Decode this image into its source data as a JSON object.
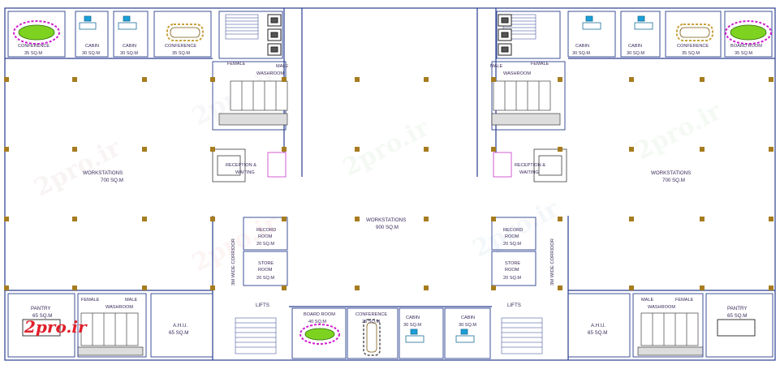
{
  "labels": {
    "conference_1": [
      "CONFERENCE",
      "35 SQ.M"
    ],
    "cabin_1": [
      "CABIN",
      "30 SQ.M"
    ],
    "cabin_2": [
      "CABIN",
      "30 SQ.M"
    ],
    "conference_2": [
      "CONFERENCE",
      "35 SQ.M"
    ],
    "female_l": "FEMALE",
    "male_l": "MALE",
    "washroom_l": "WASHROOM",
    "male_r": "MALE",
    "female_r": "FEMALE",
    "washroom_r": "WASHROOM",
    "cabin_3": [
      "CABIN",
      "30 SQ.M"
    ],
    "cabin_4": [
      "CABIN",
      "30 SQ.M"
    ],
    "conference_3": [
      "CONFERENCE",
      "35 SQ.M"
    ],
    "board_room_1": [
      "BOARD ROOM",
      "35 SQ.M"
    ],
    "reception_l": [
      "RECEPTION &",
      "WAITING"
    ],
    "reception_r": [
      "RECEPTION &",
      "WAITING"
    ],
    "workstations_l": [
      "WORKSTATIONS",
      "700 SQ.M"
    ],
    "workstations_r": [
      "WORKSTATIONS",
      "700 SQ.M"
    ],
    "workstations_c": [
      "WORKSTATIONS",
      "900 SQ.M"
    ],
    "record_room_l": [
      "RECORD",
      "ROOM",
      "20 SQ.M"
    ],
    "store_room_l": [
      "STORE",
      "ROOM",
      "20 SQ.M"
    ],
    "record_room_r": [
      "RECORD",
      "ROOM",
      "20 SQ.M"
    ],
    "store_room_r": [
      "STORE",
      "ROOM",
      "20 SQ.M"
    ],
    "corridor_l": "3M WIDE CORRIDOR",
    "corridor_r": "3M WIDE CORRIDOR",
    "pantry_l": [
      "PANTRY",
      "65 SQ.M"
    ],
    "pantry_r": [
      "PANTRY",
      "65 SQ.M"
    ],
    "wash_bl": [
      "FEMALE",
      "MALE",
      "WASHROOM"
    ],
    "wash_br": [
      "MALE",
      "FEMALE",
      "WASHROOM"
    ],
    "ahu_l": [
      "A.H.U.",
      "65 SQ.M"
    ],
    "ahu_r": [
      "A.H.U.",
      "65 SQ.M"
    ],
    "lifts_l": "LIFTS",
    "lifts_r": "LIFTS",
    "board_room_2": [
      "BOARD ROOM",
      "40 SQ.M"
    ],
    "conference_4": [
      "CONFERENCE",
      "25 SQ.M"
    ],
    "cabin_5": [
      "CABIN",
      "30 SQ.M"
    ],
    "cabin_6": [
      "CABIN",
      "30 SQ.M"
    ]
  },
  "watermark": "2pro.ir",
  "logo": "2pro.ir",
  "colors": {
    "wall": "#2a3e8f",
    "column": "#a67c1f",
    "text": "#3a2a5a",
    "board_table": "#7ed321",
    "board_chair": "#d21fd2",
    "conf_chair": "#c8a13a",
    "cabin_desk": "#1a9fd8",
    "watermark": "#d04040",
    "logo": "#e0202a"
  }
}
